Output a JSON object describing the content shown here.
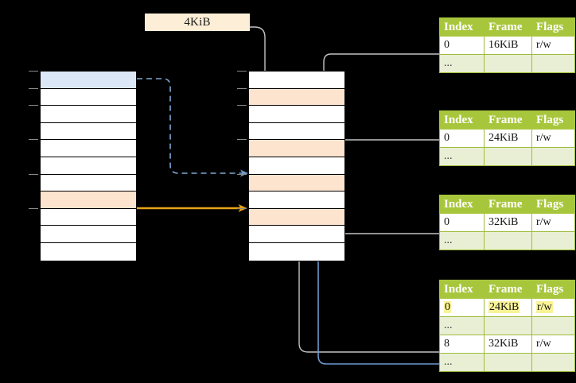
{
  "diagram": {
    "title_label": "4KiB",
    "page_size": "4KiB",
    "colors": {
      "header_green": "#A8C63C",
      "ellipsis_row": "#E9EFD4",
      "highlight_yellow": "#FAF396",
      "peach_row": "#FCE4CE",
      "blue_row": "#DCE8F8",
      "orange_arrow": "#E8A317",
      "blue_arrow": "#7FA8D4",
      "gray_wire": "#BFBFBF",
      "label_bg": "#FDEFD7"
    }
  },
  "columns": {
    "left": {
      "name": "virtual-address-space",
      "row_count": 11,
      "rows": [
        {
          "fill": "blue"
        },
        {
          "fill": "white"
        },
        {
          "fill": "white"
        },
        {
          "fill": "white"
        },
        {
          "fill": "white"
        },
        {
          "fill": "white"
        },
        {
          "fill": "white"
        },
        {
          "fill": "peach"
        },
        {
          "fill": "white"
        },
        {
          "fill": "white"
        },
        {
          "fill": "white"
        }
      ],
      "ticks": [
        0,
        1,
        2,
        4,
        6,
        8
      ]
    },
    "middle": {
      "name": "physical-address-space",
      "row_count": 11,
      "rows": [
        {
          "fill": "white"
        },
        {
          "fill": "peach"
        },
        {
          "fill": "white"
        },
        {
          "fill": "white"
        },
        {
          "fill": "peach"
        },
        {
          "fill": "white"
        },
        {
          "fill": "peach"
        },
        {
          "fill": "white"
        },
        {
          "fill": "peach"
        },
        {
          "fill": "white"
        },
        {
          "fill": "white"
        }
      ],
      "ticks": [
        0,
        1,
        2,
        4,
        6,
        8
      ]
    }
  },
  "page_tables": [
    {
      "name": "page-table-level-0",
      "headers": [
        "Index",
        "Frame",
        "Flags"
      ],
      "rows": [
        {
          "cells": [
            "0",
            "16KiB",
            "r/w"
          ],
          "ellipsis": false,
          "highlight": []
        },
        {
          "cells": [
            "...",
            "",
            ""
          ],
          "ellipsis": true,
          "highlight": []
        }
      ]
    },
    {
      "name": "page-table-level-1",
      "headers": [
        "Index",
        "Frame",
        "Flags"
      ],
      "rows": [
        {
          "cells": [
            "0",
            "24KiB",
            "r/w"
          ],
          "ellipsis": false,
          "highlight": []
        },
        {
          "cells": [
            "...",
            "",
            ""
          ],
          "ellipsis": true,
          "highlight": []
        }
      ]
    },
    {
      "name": "page-table-level-2",
      "headers": [
        "Index",
        "Frame",
        "Flags"
      ],
      "rows": [
        {
          "cells": [
            "0",
            "32KiB",
            "r/w"
          ],
          "ellipsis": false,
          "highlight": []
        },
        {
          "cells": [
            "...",
            "",
            ""
          ],
          "ellipsis": true,
          "highlight": []
        }
      ]
    },
    {
      "name": "page-table-level-3",
      "headers": [
        "Index",
        "Frame",
        "Flags"
      ],
      "rows": [
        {
          "cells": [
            "0",
            "24KiB",
            "r/w"
          ],
          "ellipsis": false,
          "highlight": [
            0,
            1,
            2
          ]
        },
        {
          "cells": [
            "...",
            "",
            ""
          ],
          "ellipsis": true,
          "highlight": []
        },
        {
          "cells": [
            "8",
            "32KiB",
            "r/w"
          ],
          "ellipsis": false,
          "highlight": []
        },
        {
          "cells": [
            "...",
            "",
            ""
          ],
          "ellipsis": true,
          "highlight": []
        }
      ]
    }
  ]
}
